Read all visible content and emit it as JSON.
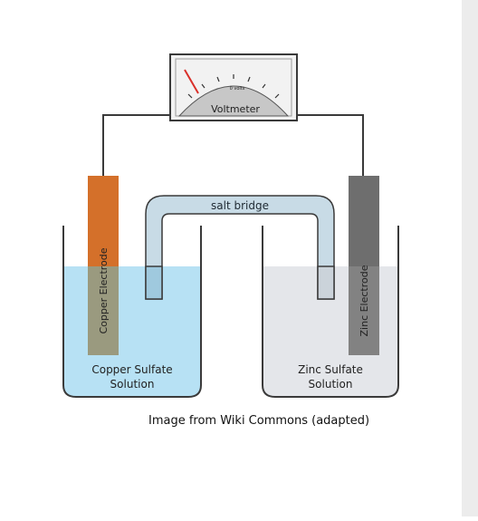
{
  "diagram": {
    "voltmeter": {
      "label": "Voltmeter",
      "scale_label": "0 volts"
    },
    "salt_bridge": {
      "label": "salt bridge"
    },
    "left_cell": {
      "electrode_label": "Copper Electrode",
      "solution_line1": "Copper Sulfate",
      "solution_line2": "Solution"
    },
    "right_cell": {
      "electrode_label": "Zinc Electrode",
      "solution_line1": "Zinc Sulfate",
      "solution_line2": "Solution"
    },
    "caption": "Image from Wiki Commons (adapted)"
  },
  "colors": {
    "copper": "#d4702a",
    "zinc": "#6e6e6e",
    "copper_solution": "#b7e1f4",
    "zinc_solution": "#e4e6ea",
    "salt_bridge": "#c8dbe6",
    "outline": "#3a3a3a",
    "needle": "#d9302a"
  }
}
